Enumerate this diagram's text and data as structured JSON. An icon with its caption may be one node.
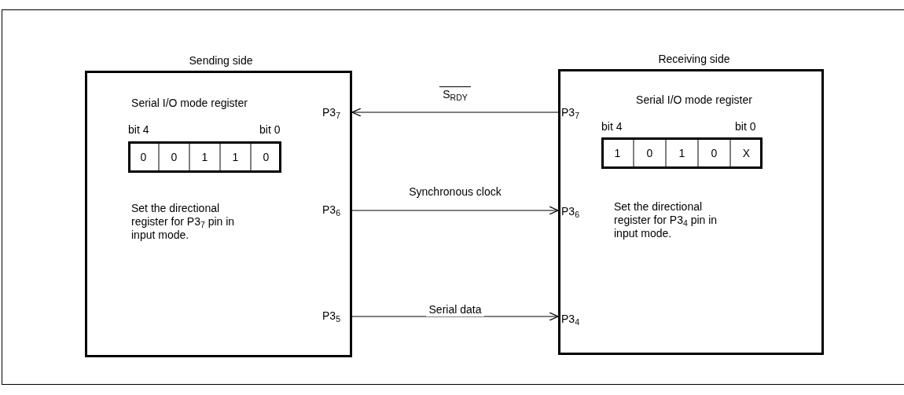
{
  "diagram": {
    "nodes": [
      {
        "text": [
          "Sending side",
          "Serial I/O mode register",
          "Set the directional register for P3$_{7}$ pin in input mode."
        ]
      },
      {
        "text": [
          "Receiving side",
          "Serial I/O mode register",
          "Set the directional register for P3$_{4}$ pin in input mode."
        ]
      }
    ],
    "edges": [
      {
        "from": 1,
        "to": 0,
        "arrow": "to",
        "label": "S$_{RDY}$"
      },
      {
        "from": 0,
        "to": 1,
        "arrow": "to",
        "label": "Synchronous clock"
      },
      {
        "from": 0,
        "to": 1,
        "arrow": "to",
        "label": "Serial data"
      }
    ],
    "labels": [
      "P3$_{7}$",
      "P3$_{7}$",
      "bit 4",
      "bit 0",
      "0",
      "0",
      "1",
      "1",
      "0",
      "bit 4",
      "bit 0",
      "1",
      "0",
      "1",
      "0",
      "X",
      "P3$_{6}$",
      "P3$_{6}$",
      "P3$_{5}$",
      "P3$_{4}$"
    ]
  }
}
